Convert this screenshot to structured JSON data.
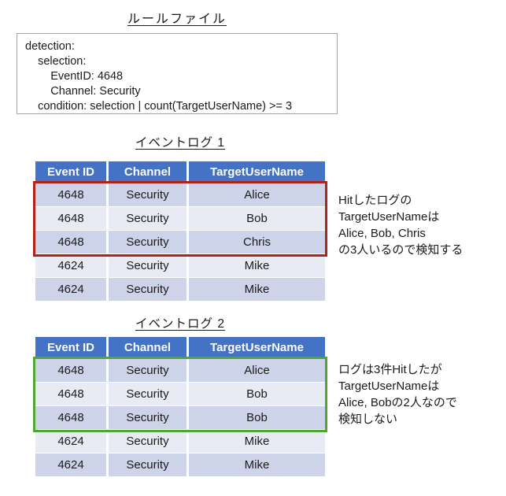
{
  "title": "ルールファイル",
  "rule": {
    "lines": [
      "detection:",
      "    selection:",
      "        EventID: 4648",
      "        Channel: Security",
      "    condition: selection | count(TargetUserName) >= 3"
    ]
  },
  "colors": {
    "header_bg": "#4472C4",
    "row_dark": "#CDD4E9",
    "row_light": "#E9EBF4",
    "hit_red": "#B02318",
    "hit_green": "#4EA72E",
    "box_border": "#A6A6A6",
    "text": "#1A1A1A"
  },
  "tables": [
    {
      "heading": "イベントログ 1",
      "columns": [
        "Event ID",
        "Channel",
        "TargetUserName"
      ],
      "rows": [
        [
          "4648",
          "Security",
          "Alice"
        ],
        [
          "4648",
          "Security",
          "Bob"
        ],
        [
          "4648",
          "Security",
          "Chris"
        ],
        [
          "4624",
          "Security",
          "Mike"
        ],
        [
          "4624",
          "Security",
          "Mike"
        ]
      ],
      "highlighted_rows": [
        0,
        1,
        2
      ],
      "note": [
        "Hitしたログの",
        "TargetUserNameは",
        "Alice, Bob, Chris",
        "の3人いるので検知する"
      ]
    },
    {
      "heading": "イベントログ 2",
      "columns": [
        "Event ID",
        "Channel",
        "TargetUserName"
      ],
      "rows": [
        [
          "4648",
          "Security",
          "Alice"
        ],
        [
          "4648",
          "Security",
          "Bob"
        ],
        [
          "4648",
          "Security",
          "Bob"
        ],
        [
          "4624",
          "Security",
          "Mike"
        ],
        [
          "4624",
          "Security",
          "Mike"
        ]
      ],
      "highlighted_rows": [
        0,
        1,
        2
      ],
      "note": [
        "ログは3件Hitしたが",
        "TargetUserNameは",
        "Alice, Bobの2人なので",
        "検知しない"
      ]
    }
  ]
}
